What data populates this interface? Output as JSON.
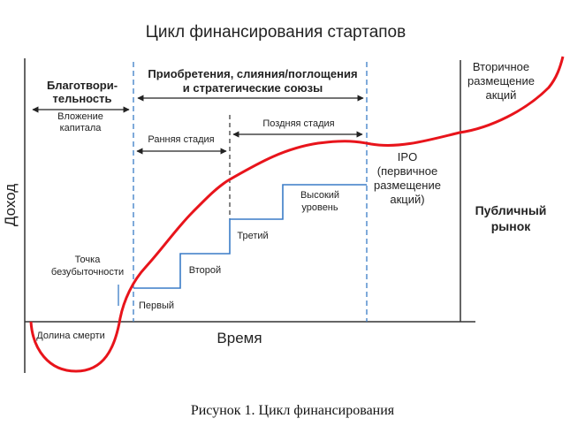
{
  "title": "Цикл финансирования стартапов",
  "axes": {
    "x_label": "Время",
    "y_label": "Доход"
  },
  "phases": {
    "charity": [
      "Благотвори-",
      "тельность"
    ],
    "capital": [
      "Вложение",
      "капитала"
    ],
    "mna": [
      "Приобретения, слияния/поглощения",
      "и стратегические союзы"
    ],
    "early": "Ранняя стадия",
    "late": "Поздняя стадия",
    "secondary": [
      "Вторичное",
      "размещение",
      "акций"
    ],
    "ipo": [
      "IPO",
      "(первичное",
      "размещение",
      "акций)"
    ],
    "public": [
      "Публичный",
      "рынок"
    ]
  },
  "markers": {
    "breakeven": [
      "Точка",
      "безубыточности"
    ],
    "valley": "Долина смерти"
  },
  "steps": {
    "first": "Первый",
    "second": "Второй",
    "third": "Третий",
    "high": [
      "Высокий",
      "уровень"
    ]
  },
  "caption": "Рисунок 1. Цикл финансирования",
  "colors": {
    "curve": "#e8141b",
    "steps": "#3a7cc7",
    "dashed": "#3a7cc7",
    "axis": "#333333"
  }
}
